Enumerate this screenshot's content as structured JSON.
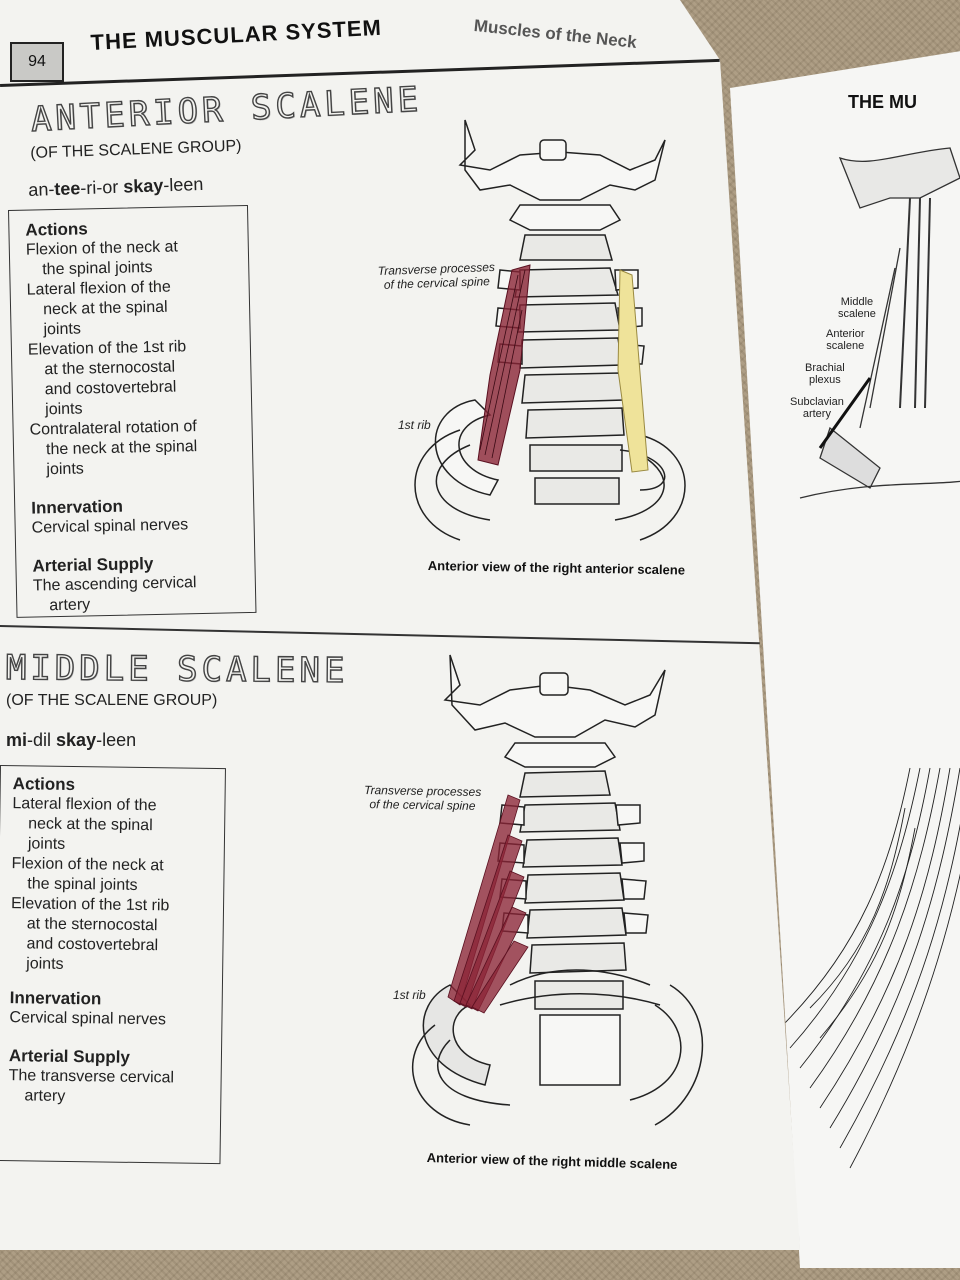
{
  "header": {
    "page_number": "94",
    "title": "THE MUSCULAR SYSTEM",
    "subtitle": "Muscles of the Neck"
  },
  "anterior": {
    "title": "ANTERIOR SCALENE",
    "group": "(OF THE SCALENE GROUP)",
    "pron_a": "an-",
    "pron_b": "tee",
    "pron_c": "-ri-or ",
    "pron_d": "skay",
    "pron_e": "-leen",
    "actions_heading": "Actions",
    "actions": [
      "Flexion of the neck at",
      "the spinal joints",
      "Lateral flexion of the",
      "neck at the spinal",
      "joints",
      "Elevation of the 1st rib",
      "at the sternocostal",
      "and costovertebral",
      "joints",
      "Contralateral rotation of",
      "the neck at the spinal",
      "joints"
    ],
    "innervation_heading": "Innervation",
    "innervation": "Cervical spinal nerves",
    "arterial_heading": "Arterial Supply",
    "arterial_1": "The ascending cervical",
    "arterial_2": "artery",
    "label_tp_1": "Transverse processes",
    "label_tp_2": "of the cervical spine",
    "label_rib": "1st rib",
    "caption": "Anterior view of the right anterior scalene"
  },
  "middle": {
    "title": "MIDDLE SCALENE",
    "group": "(OF THE SCALENE GROUP)",
    "pron_a": "mi",
    "pron_b": "-dil ",
    "pron_c": "skay",
    "pron_d": "-leen",
    "actions_heading": "Actions",
    "actions": [
      "Lateral flexion of the",
      "neck at the spinal",
      "joints",
      "Flexion of the neck at",
      "the spinal joints",
      "Elevation of the 1st rib",
      "at the sternocostal",
      "and costovertebral",
      "joints"
    ],
    "innervation_heading": "Innervation",
    "innervation": "Cervical spinal nerves",
    "arterial_heading": "Arterial Supply",
    "arterial_1": "The transverse cervical",
    "arterial_2": "artery",
    "label_tp_1": "Transverse processes",
    "label_tp_2": "of the cervical spine",
    "label_rib": "1st rib",
    "caption": "Anterior view of the right middle scalene"
  },
  "right_page": {
    "header": "THE MU",
    "labels": {
      "middle_1": "Middle",
      "middle_2": "scalene",
      "anterior_1": "Anterior",
      "anterior_2": "scalene",
      "brachial_1": "Brachial",
      "brachial_2": "plexus",
      "subclavian_1": "Subclavian",
      "subclavian_2": "artery"
    }
  },
  "colors": {
    "page": "#f3f3f0",
    "muscle_red": "#8a2436",
    "muscle_yellow": "#efe39a",
    "ink": "#222222"
  }
}
